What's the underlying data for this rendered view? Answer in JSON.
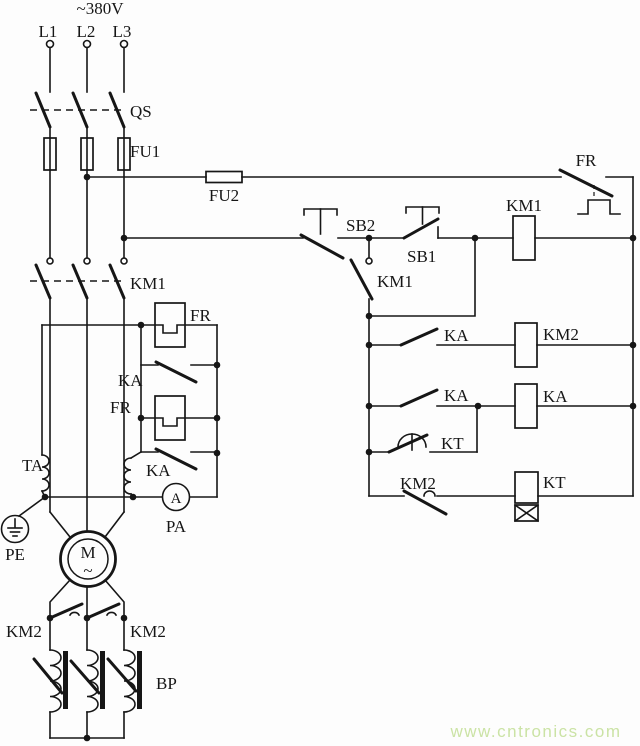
{
  "colors": {
    "ink": "#161616",
    "paper": "#fdfdfd",
    "watermark": "#cbe3a5"
  },
  "watermark": {
    "text": "www.cntronics.com"
  },
  "labels": {
    "supply_voltage": "~380V",
    "phase_l1": "L1",
    "phase_l2": "L2",
    "phase_l3": "L3",
    "disconnect_qs": "QS",
    "fuse_fu1": "FU1",
    "fuse_fu2": "FU2",
    "fr_control_contact": "FR",
    "km1_coil": "KM1",
    "stop_button_sb2": "SB2",
    "start_button_sb1": "SB1",
    "km1_aux_contact": "KM1",
    "km1_main_contacts": "KM1",
    "fr_heater_1": "FR",
    "ka_main_contact_1": "KA",
    "fr_heater_2": "FR",
    "ka_main_contact_2": "KA",
    "current_transformer_ta": "TA",
    "ground_pe": "PE",
    "ammeter_letter": "A",
    "ammeter_pa": "PA",
    "motor_letter": "M",
    "motor_wave": "~",
    "km2_main_left": "KM2",
    "km2_main_right": "KM2",
    "rheostat_bp": "BP",
    "ka_control_contact_1": "KA",
    "km2_coil": "KM2",
    "ka_control_contact_2": "KA",
    "ka_coil": "KA",
    "kt_delay_contact": "KT",
    "km2_nc_contact": "KM2",
    "kt_coil": "KT"
  }
}
